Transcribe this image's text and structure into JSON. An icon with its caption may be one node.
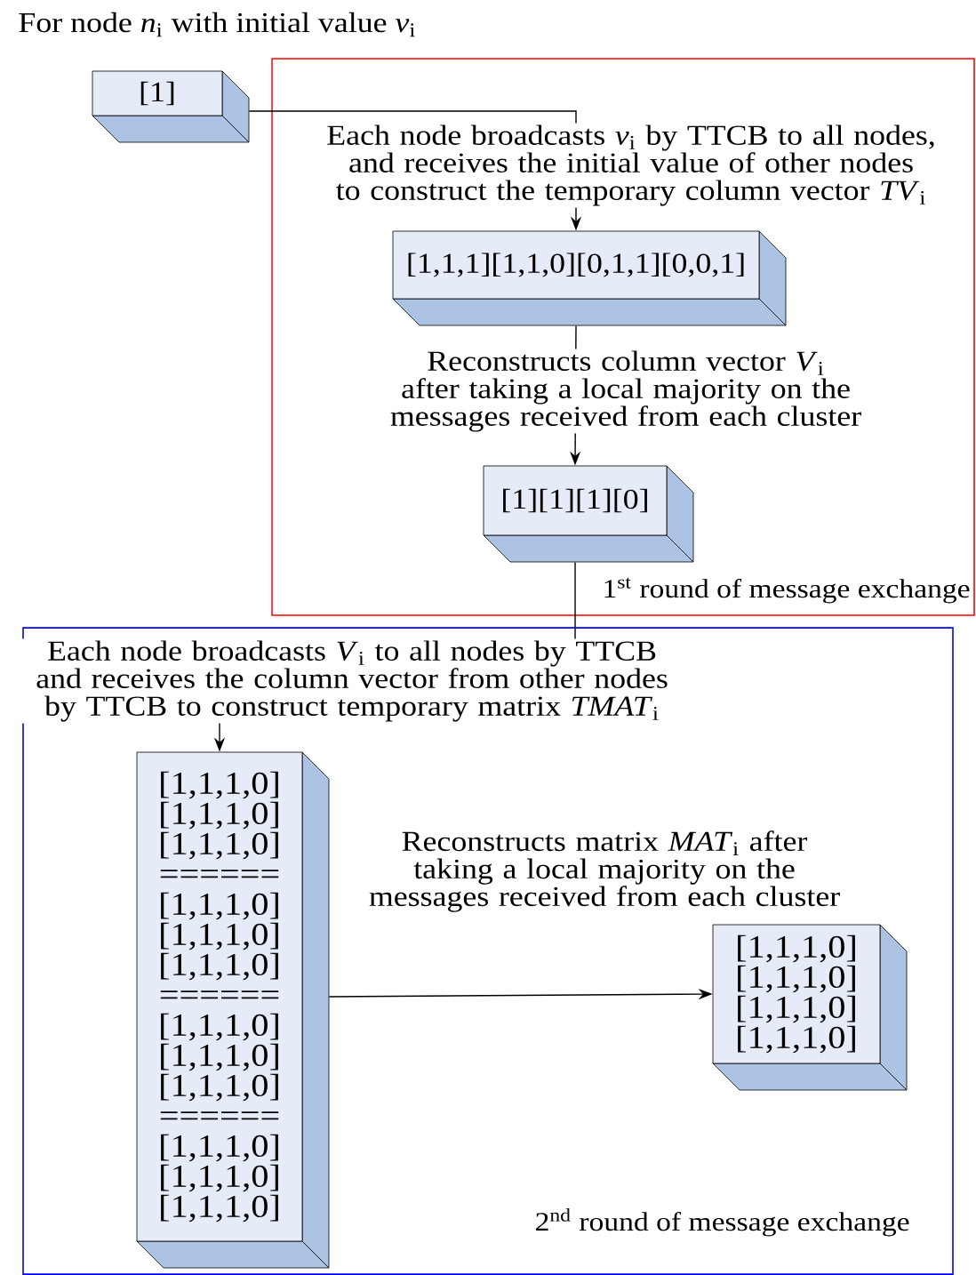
{
  "diagram": {
    "title": "For node *n*$_{i}$ with initial value *v*$_{i}$",
    "nodes": [
      {
        "text": [
          "1$^{st}$ round of message exchange"
        ]
      },
      {
        "text": [
          "[1]"
        ]
      },
      {
        "text": [
          "[1,1,1][1,1,0][0,1,1][0,0,1]"
        ],
        "in": 0
      },
      {
        "text": [
          "[1][1][1][0]"
        ],
        "in": 0
      },
      {
        "text": [
          "2$^{nd}$ round of message exchange"
        ]
      },
      {
        "text": [
          "[1,1,1,0] [1,1,1,0] [1,1,1,0]",
          "======",
          "[1,1,1,0] [1,1,1,0] [1,1,1,0]",
          "======",
          "[1,1,1,0] [1,1,1,0] [1,1,1,0]",
          "======",
          "[1,1,1,0] [1,1,1,0] [1,1,1,0]"
        ],
        "in": 4
      },
      {
        "text": [
          "[1,1,1,0] [1,1,1,0] [1,1,1,0] [1,1,1,0]"
        ],
        "in": 4
      }
    ],
    "edges": [
      {
        "from": 1,
        "to": 2,
        "arrow": "to",
        "label": "Each node broadcasts *v*$_{i}$ by TTCB to all nodes, and receives the initial value of other nodes to construct the temporary column vector *TV*$_{i}$"
      },
      {
        "from": 2,
        "to": 3,
        "arrow": "to",
        "label": "Reconstructs column vector *V*$_{i}$ after taking a local majority on the messages received from each cluster"
      },
      {
        "from": 3,
        "to": 5,
        "arrow": "to",
        "label": "Each node broadcasts *V*$_{i}$ to all nodes by TTCB and receives the column vector from other nodes by TTCB to construct temporary matrix *TMAT*$_{i}$"
      },
      {
        "from": 5,
        "to": 6,
        "arrow": "to",
        "label": "Reconstructs matrix *MAT*$_{i}$ after taking a local majority on the messages received from each cluster"
      }
    ]
  }
}
